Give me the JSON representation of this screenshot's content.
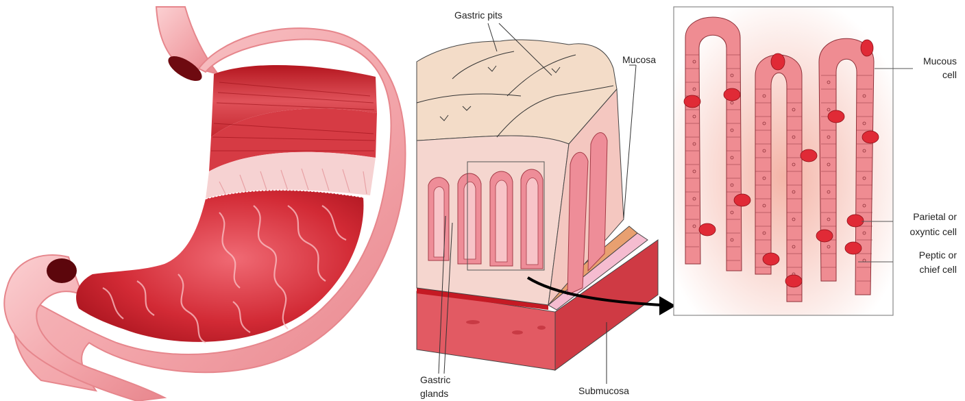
{
  "labels": {
    "gastric_pits": "Gastric pits",
    "mucosa": "Mucosa",
    "gastric_glands_line1": "Gastric",
    "gastric_glands_line2": "glands",
    "submucosa": "Submucosa",
    "mucous_cell_line1": "Mucous",
    "mucous_cell_line2": "cell",
    "parietal_line1": "Parietal or",
    "parietal_line2": "oxyntic cell",
    "peptic_line1": "Peptic or",
    "peptic_line2": "chief cell"
  },
  "colors": {
    "stomach_outer": "#f4a9ad",
    "stomach_wall": "#f7c6c6",
    "muscle_red": "#c8242c",
    "lining_deep": "#b81d26",
    "tissue_beige": "#f3dcc8",
    "gland_pink": "#ee8d98",
    "submucosa_red": "#dc4c55",
    "parietal_red": "#e02a36",
    "outline": "#333333"
  }
}
